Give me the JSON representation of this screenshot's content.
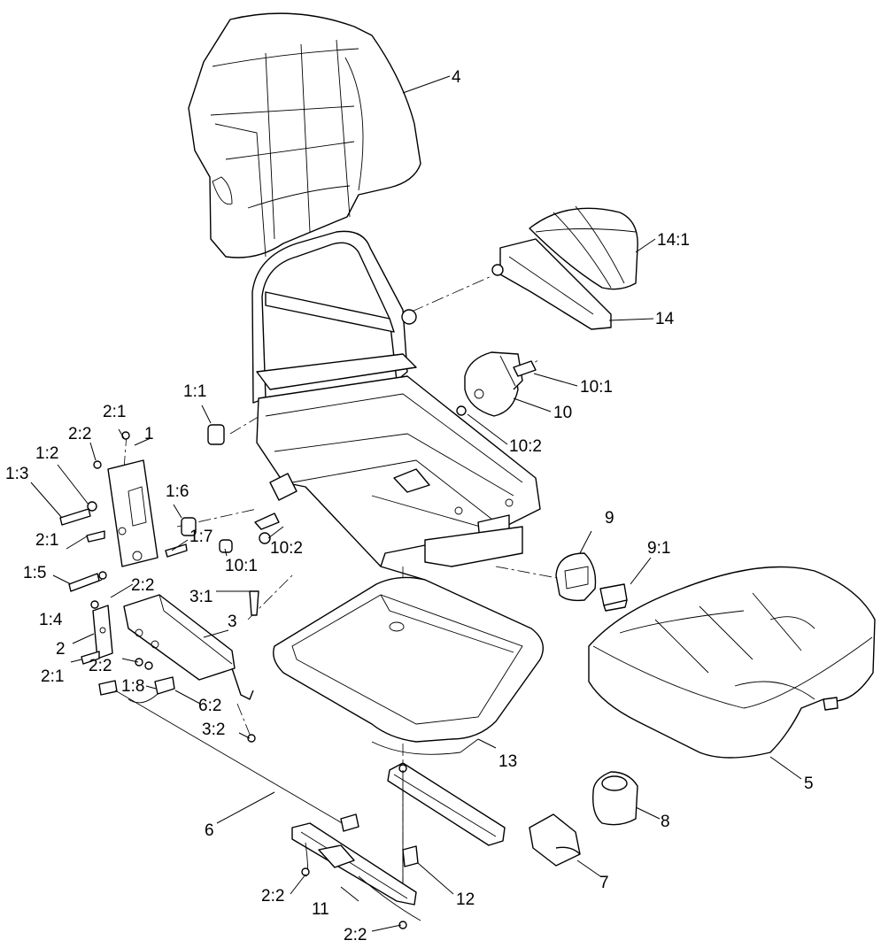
{
  "callouts": {
    "c_4": "4",
    "c_14_1": "14:1",
    "c_14": "14",
    "c_10_1_top": "10:1",
    "c_10": "10",
    "c_10_2_top": "10:2",
    "c_1_1": "1:1",
    "c_2_1_top": "2:1",
    "c_1": "1",
    "c_2_2_top": "2:2",
    "c_1_2": "1:2",
    "c_1_3": "1:3",
    "c_1_6": "1:6",
    "c_2_1_mid": "2:1",
    "c_1_7": "1:7",
    "c_10_2_mid": "10:2",
    "c_10_1_mid": "10:1",
    "c_1_5": "1:5",
    "c_2_2_mid": "2:2",
    "c_3_1": "3:1",
    "c_1_4": "1:4",
    "c_3": "3",
    "c_2": "2",
    "c_9": "9",
    "c_9_1": "9:1",
    "c_2_1_low": "2:1",
    "c_2_2_low": "2:2",
    "c_1_8": "1:8",
    "c_6_2": "6:2",
    "c_3_2": "3:2",
    "c_13": "13",
    "c_5": "5",
    "c_6": "6",
    "c_8": "8",
    "c_7": "7",
    "c_12": "12",
    "c_2_2_bot1": "2:2",
    "c_11": "11",
    "c_2_2_bot2": "2:2"
  }
}
